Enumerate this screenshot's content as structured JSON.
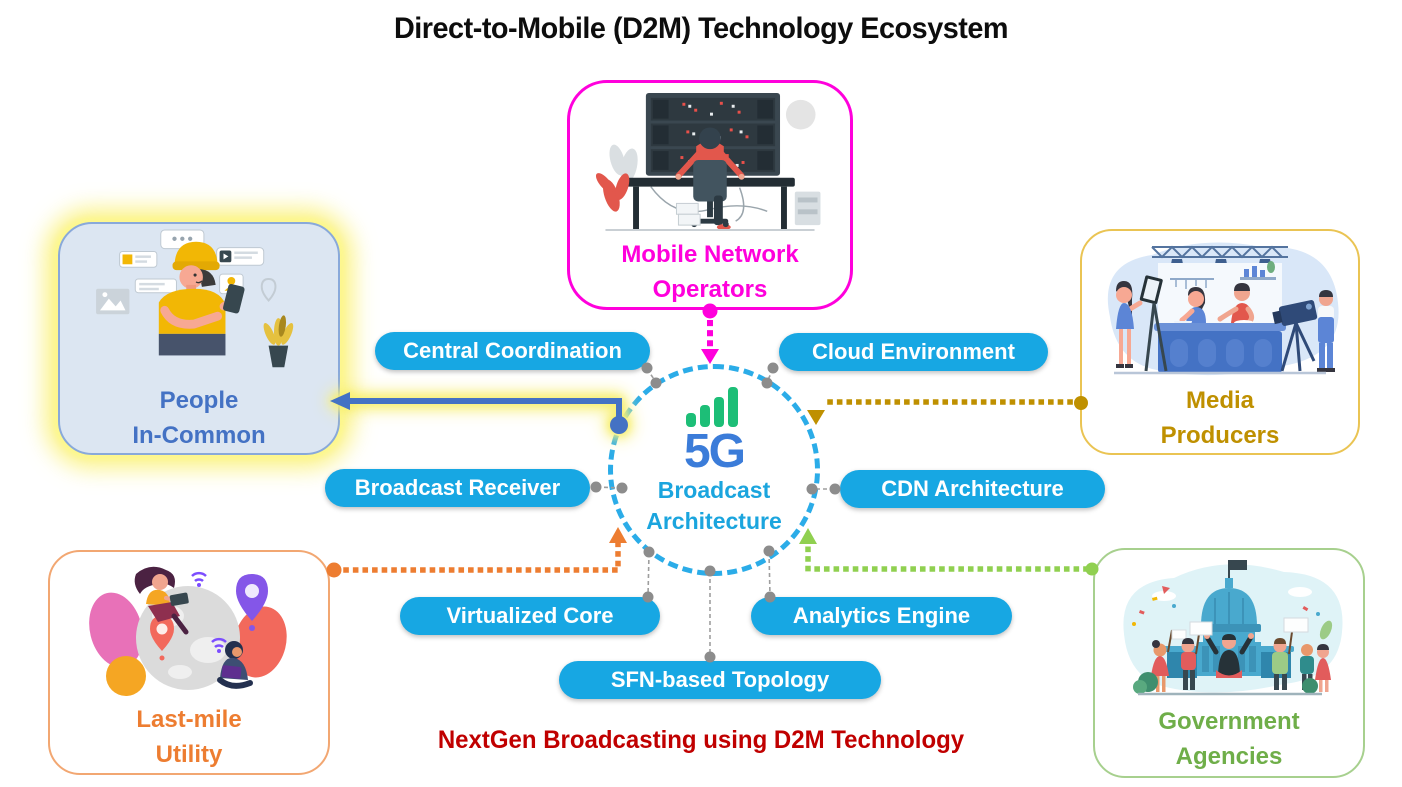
{
  "title": "Direct-to-Mobile (D2M) Technology Ecosystem",
  "footer_note": "NextGen Broadcasting using D2M Technology",
  "center_hub": {
    "logo": "5G",
    "label_line1": "Broadcast",
    "label_line2": "Architecture"
  },
  "nodes": {
    "mobile_network_operators": {
      "line1": "Mobile Network",
      "line2": "Operators",
      "accent": "#FF00DC"
    },
    "people_in_common": {
      "line1": "People",
      "line2": "In-Common",
      "accent": "#4472C4"
    },
    "media_producers": {
      "line1": "Media",
      "line2": "Producers",
      "accent": "#BF9000"
    },
    "last_mile_utility": {
      "line1": "Last-mile",
      "line2": "Utility",
      "accent": "#ED7D31"
    },
    "government_agencies": {
      "line1": "Government",
      "line2": "Agencies",
      "accent": "#70AD47"
    }
  },
  "capabilities": {
    "central_coordination": "Central Coordination",
    "cloud_environment": "Cloud Environment",
    "broadcast_receiver": "Broadcast Receiver",
    "cdn_architecture": "CDN Architecture",
    "virtualized_core": "Virtualized Core",
    "analytics_engine": "Analytics Engine",
    "sfn_based_topology": "SFN-based Topology"
  },
  "illustrations": {
    "mobile_network_operators": "operator-at-broadcast-control-racks",
    "people_in_common": "person-using-smartphone-with-chat-bubbles",
    "media_producers": "tv-studio-show-with-camera-crew",
    "last_mile_utility": "globe-with-location-pins-and-remote-workers",
    "government_agencies": "capitol-building-with-celebrating-crowd"
  },
  "colors": {
    "pill_blue": "#17A7E3",
    "hub_dash_blue": "#2BACE8",
    "hub_text_blue": "#1BA5DE",
    "five_g_blue": "#3B7CD9",
    "signal_bar_green": "#1DBE77",
    "footer_red": "#C00000",
    "connector_magenta": "#FF00DC",
    "connector_olive": "#BF9000",
    "connector_orange": "#ED7D31",
    "connector_green": "#90D050",
    "arrow_blue": "#4472C4",
    "glow_yellow": "#FAF06E",
    "connector_gray": "#8C8C8C"
  }
}
